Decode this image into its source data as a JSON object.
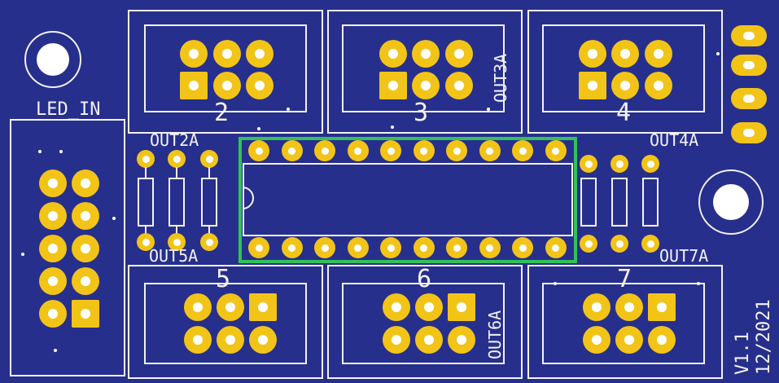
{
  "board": {
    "colors": {
      "substrate": "#272f8c",
      "silkscreen": "#f2f2f2",
      "copper_pad": "#f2c418",
      "highlight": "#32c15a"
    },
    "led_input_label": "LED_IN",
    "version_label": "V1.1",
    "date_label": "12/2021",
    "ports": [
      {
        "number": "2",
        "net": "OUT2A"
      },
      {
        "number": "3",
        "net": "OUT3A"
      },
      {
        "number": "4",
        "net": "OUT4A"
      },
      {
        "number": "5",
        "net": "OUT5A"
      },
      {
        "number": "6",
        "net": "OUT6A"
      },
      {
        "number": "7",
        "net": "OUT7A"
      }
    ],
    "ic_socket": {
      "pins_per_row": 10,
      "selected": true
    }
  }
}
